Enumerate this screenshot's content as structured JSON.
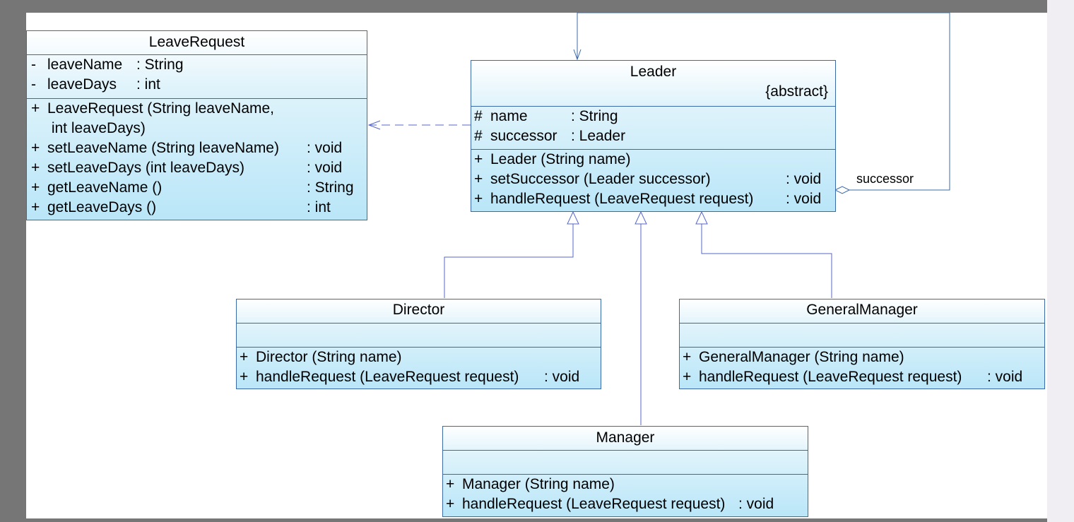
{
  "classes": {
    "leave_request": {
      "name": "LeaveRequest",
      "attributes": [
        {
          "vis": "-",
          "name": "leaveName",
          "type": ": String"
        },
        {
          "vis": "-",
          "name": "leaveDays",
          "type": ": int"
        }
      ],
      "operations": [
        {
          "vis": "+",
          "sig": "LeaveRequest (String leaveName,",
          "type": ""
        },
        {
          "vis": "",
          "sig": " int leaveDays)",
          "type": ""
        },
        {
          "vis": "+",
          "sig": "setLeaveName (String leaveName)",
          "type": ": void"
        },
        {
          "vis": "+",
          "sig": "setLeaveDays (int leaveDays)",
          "type": ": void"
        },
        {
          "vis": "+",
          "sig": "getLeaveName ()",
          "type": ": String"
        },
        {
          "vis": "+",
          "sig": "getLeaveDays ()",
          "type": ": int"
        }
      ]
    },
    "leader": {
      "name": "Leader",
      "stereotype": "{abstract}",
      "attributes": [
        {
          "vis": "#",
          "name": "name",
          "type": ": String"
        },
        {
          "vis": "#",
          "name": "successor",
          "type": ": Leader"
        }
      ],
      "operations": [
        {
          "vis": "+",
          "sig": "Leader (String name)",
          "type": ""
        },
        {
          "vis": "+",
          "sig": "setSuccessor (Leader successor)",
          "type": ": void"
        },
        {
          "vis": "+",
          "sig": "handleRequest (LeaveRequest request)",
          "type": ": void"
        }
      ]
    },
    "director": {
      "name": "Director",
      "operations": [
        {
          "vis": "+",
          "sig": "Director (String name)",
          "type": ""
        },
        {
          "vis": "+",
          "sig": "handleRequest (LeaveRequest request)",
          "type": ": void"
        }
      ]
    },
    "general_manager": {
      "name": "GeneralManager",
      "operations": [
        {
          "vis": "+",
          "sig": "GeneralManager (String name)",
          "type": ""
        },
        {
          "vis": "+",
          "sig": "handleRequest (LeaveRequest request)",
          "type": ": void"
        }
      ]
    },
    "manager": {
      "name": "Manager",
      "operations": [
        {
          "vis": "+",
          "sig": "Manager (String name)",
          "type": ""
        },
        {
          "vis": "+",
          "sig": "handleRequest (LeaveRequest request)",
          "type": ": void"
        }
      ]
    }
  },
  "associations": {
    "successor_label": "successor"
  },
  "colors": {
    "border": "#3b6aa8",
    "fill_bottom": "#b9e6f8",
    "background": "#767676"
  }
}
